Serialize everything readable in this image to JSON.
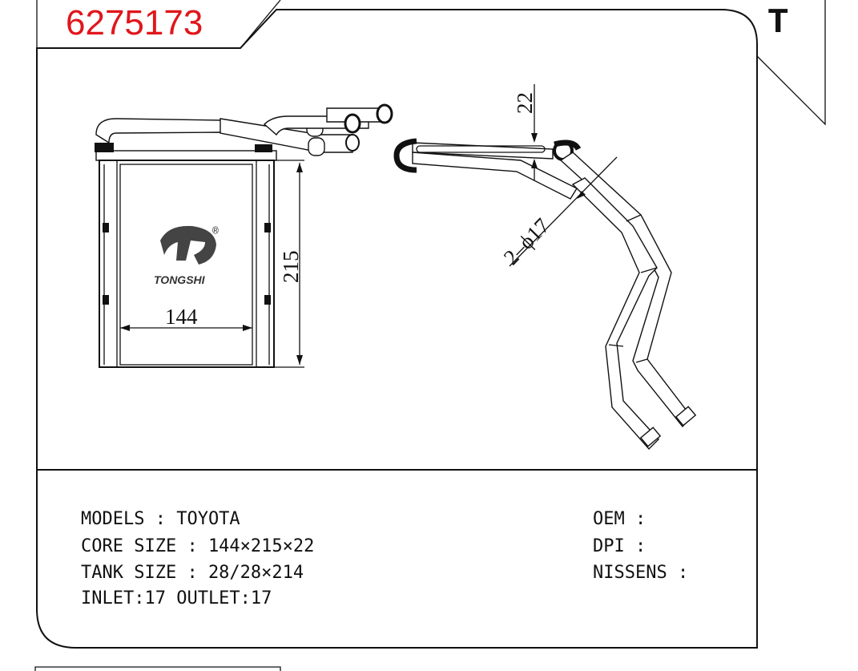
{
  "part_number": "6275173",
  "corner_letter": "T",
  "brand": {
    "logo_text": "TONGSHI",
    "registered_mark": "®"
  },
  "dimensions": {
    "width": "144",
    "height": "215",
    "depth": "22",
    "pipe": "2–ϕ17"
  },
  "specs": {
    "models": "MODELS : TOYOTA",
    "core_size": "CORE SIZE : 144×215×22",
    "tank_size": "TANK SIZE : 28/28×214",
    "inlet_outlet": "INLET:17  OUTLET:17",
    "oem": "OEM :",
    "dpi": "DPI :",
    "nissens": "NISSENS :"
  },
  "colors": {
    "part_number": "#e0161b",
    "lines": "#111111"
  }
}
